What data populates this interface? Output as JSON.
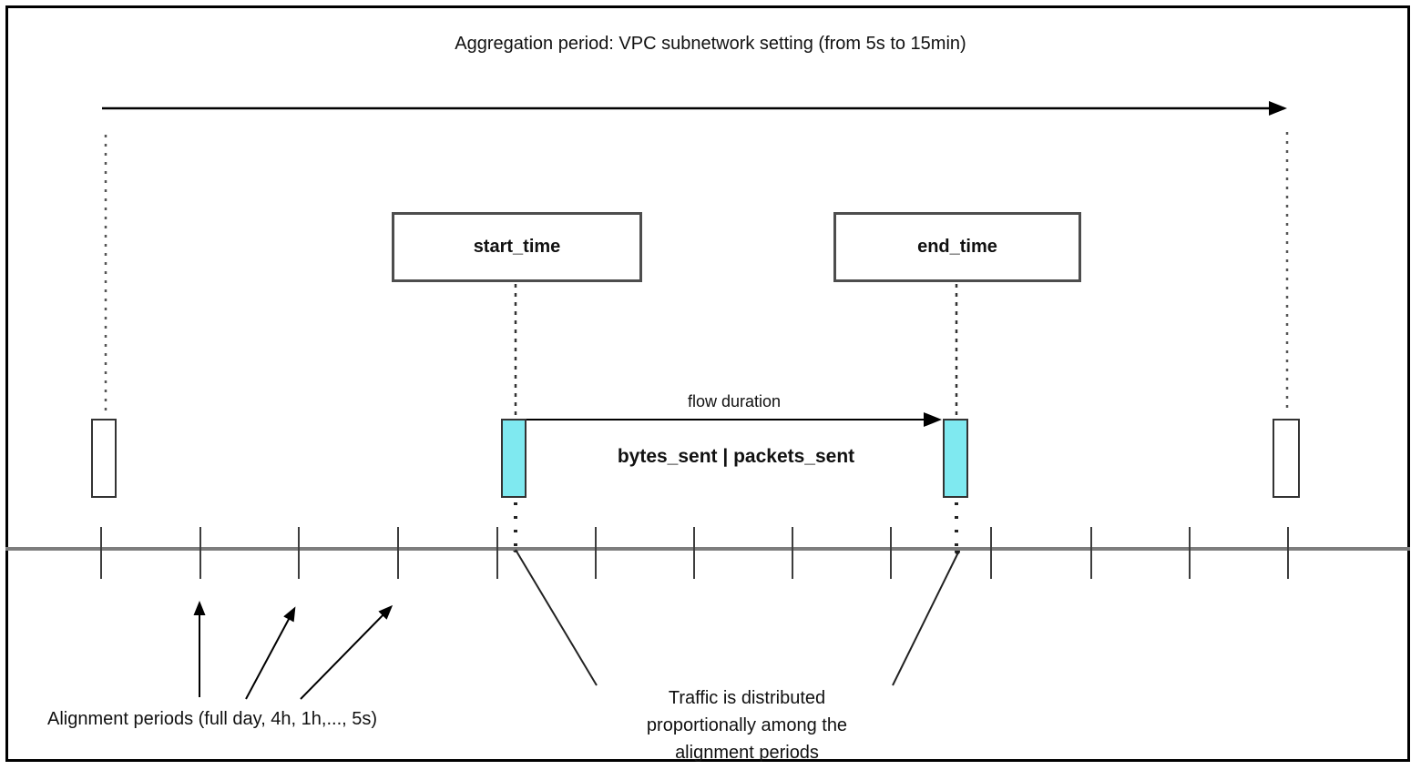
{
  "diagram": {
    "title": "Aggregation period: VPC subnetwork setting (from 5s to 15min)",
    "start_box_label": "start_time",
    "end_box_label": "end_time",
    "flow_duration_label": "flow duration",
    "flow_metrics_label": "bytes_sent | packets_sent",
    "alignment_label": "Alignment periods (full day, 4h, 1h,..., 5s)",
    "traffic_note_lines": [
      "Traffic is distributed",
      "proportionally among the",
      "alignment periods"
    ],
    "colors": {
      "flow_interval_fill": "#7FE9F0",
      "timeline_gray": "#7d7d7d",
      "line_black": "#000000",
      "frame_border": "#000000"
    }
  }
}
